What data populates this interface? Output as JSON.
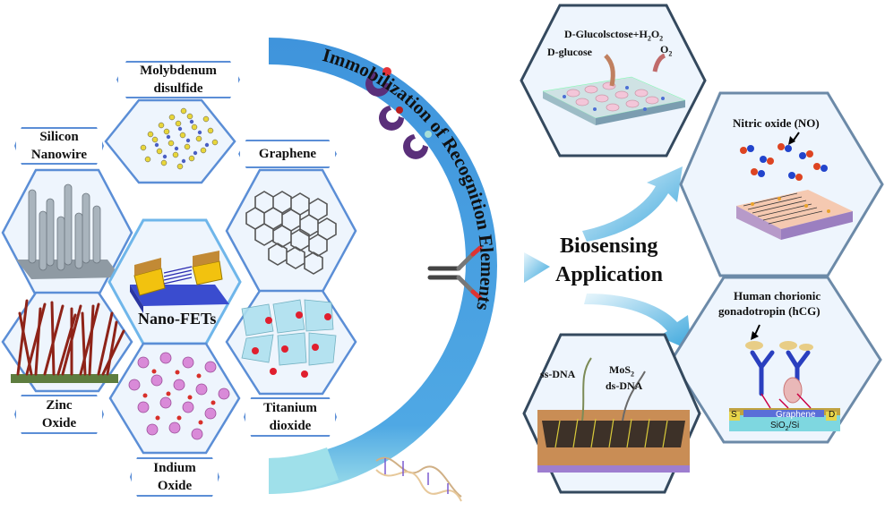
{
  "materials": {
    "molybdenum": [
      "Molybdenum",
      "disulfide"
    ],
    "silicon": [
      "Silicon",
      "Nanowire"
    ],
    "graphene": "Graphene",
    "nanofets": "Nano-FETs",
    "zinc": [
      "Zinc",
      "Oxide"
    ],
    "titanium": [
      "Titanium",
      "dioxide"
    ],
    "indium": [
      "Indium",
      "Oxide"
    ]
  },
  "arc_text": "Immobilization of Recognition Elements",
  "center": [
    "Biosensing",
    "Application"
  ],
  "applications": {
    "glucose": {
      "top": "D-Glucolsctose+H",
      "sub2": "2",
      "o": "O",
      "sub2b": "2",
      "left": "D-glucose",
      "o2": "O",
      "o2sub": "2"
    },
    "nitric": "Nitric oxide (NO)",
    "hcg": [
      "Human chorionic",
      "gonadotropin (hCG)"
    ],
    "hcg_labels": {
      "s": "S",
      "d": "D",
      "graphene": "Graphene",
      "sio2": "SiO",
      "sio2sub": "2",
      "si": "/Si"
    },
    "dna": {
      "ss": "ss-DNA",
      "mos2": "MoS",
      "mos2sub": "2",
      "ds": "ds-DNA"
    }
  },
  "colors": {
    "accent": "#5b8ed6",
    "arc": "#4aa3e0",
    "arc_light": "#8fd8e6",
    "arrow": "#6ec3ea"
  }
}
